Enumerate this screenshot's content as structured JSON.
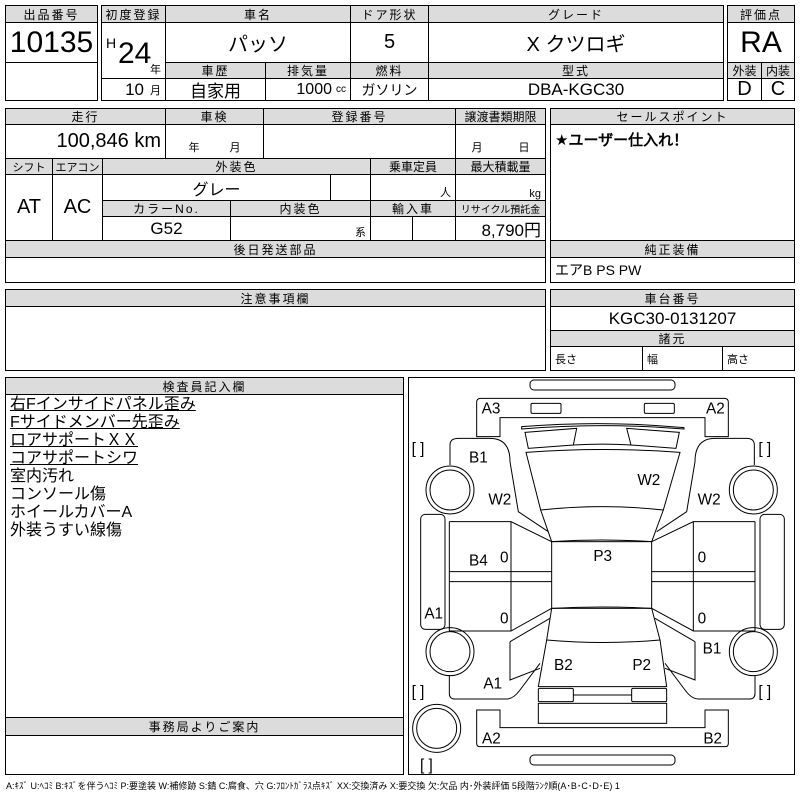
{
  "header": {
    "lot_label": "出品番号",
    "lot_number": "10135",
    "first_reg_label": "初度登録",
    "era": "H",
    "year": "24",
    "year_unit": "年",
    "month": "10",
    "month_unit": "月",
    "car_name_label": "車名",
    "car_name": "パッソ",
    "door_label": "ドア形状",
    "doors": "5",
    "grade_label": "グレード",
    "grade": "X クツロギ",
    "history_label": "車歴",
    "history": "自家用",
    "displacement_label": "排気量",
    "displacement": "1000",
    "displacement_unit": "cc",
    "fuel_label": "燃料",
    "fuel": "ガソリン",
    "model_label": "型式",
    "model": "DBA-KGC30",
    "score_label": "評価点",
    "score": "RA",
    "exterior_label": "外装",
    "exterior": "D",
    "interior_label": "内装",
    "interior": "C"
  },
  "details": {
    "mileage_label": "走行",
    "mileage": "100,846 km",
    "inspection_label": "車検",
    "inspection_year_unit": "年",
    "inspection_month_unit": "月",
    "reg_no_label": "登録番号",
    "transfer_label": "譲渡書類期限",
    "transfer_month_unit": "月",
    "transfer_day_unit": "日",
    "shift_label": "シフト",
    "shift": "AT",
    "ac_label": "エアコン",
    "ac": "AC",
    "color_label": "外装色",
    "color": "グレー",
    "capacity_label": "乗車定員",
    "capacity_unit": "人",
    "load_label": "最大積載量",
    "load_unit": "kg",
    "color_no_label": "カラーNo.",
    "color_no": "G52",
    "interior_color_label": "内装色",
    "interior_color_unit": "系",
    "import_label": "輸入車",
    "recycle_label": "リサイクル預託金",
    "recycle": "8,790円",
    "later_parts_label": "後日発送部品",
    "sales_point_label": "セールスポイント",
    "sales_point": "★ユーザー仕入れ！",
    "equipment_label": "純正装備",
    "equipment": "エアB PS PW",
    "notes_label": "注意事項欄",
    "chassis_label": "車台番号",
    "chassis": "KGC30-0131207",
    "specs_label": "諸元",
    "length_label": "長さ",
    "width_label": "幅",
    "height_label": "高さ"
  },
  "inspector": {
    "label": "検査員記入欄",
    "notes": [
      "右Fインサイドパネル歪み",
      "Fサイドメンバー先歪み",
      "ロアサポートＸＸ",
      "コアサポートシワ",
      "室内汚れ",
      "コンソール傷",
      "ホイールカバーA",
      "外装うすい線傷"
    ],
    "office_label": "事務局よりご案内"
  },
  "diagram": {
    "marks": {
      "front_left_corner": "A3",
      "front_right_corner": "A2",
      "left_front_fender": "B1",
      "hood": "W2",
      "left_fender_w": "W2",
      "right_fender_w": "W2",
      "left_front_door": "B4",
      "lfd_zero": "0",
      "lrd_zero": "0",
      "rfd_zero": "0",
      "rrd_zero": "0",
      "roof": "P3",
      "left_sill": "A1",
      "right_rear_fender": "B1",
      "trunk_left": "B2",
      "trunk_right": "P2",
      "left_rear_fender": "A1",
      "rear_left_corner": "A2",
      "rear_right_corner": "B2"
    },
    "bracket": "[    ]"
  },
  "legend": "A:ｷｽﾞ U:ﾍｺﾐ B:ｷｽﾞを伴うﾍｺﾐ P:要塗装 W:補修跡 S:錆 C:腐食、穴 G:ﾌﾛﾝﾄｶﾞﾗｽ点ｷｽﾞ XX:交換済み X:要交換 欠:欠品 内･外装評価 5段階ﾗﾝｸ順(A･B･C･D･E) 1"
}
